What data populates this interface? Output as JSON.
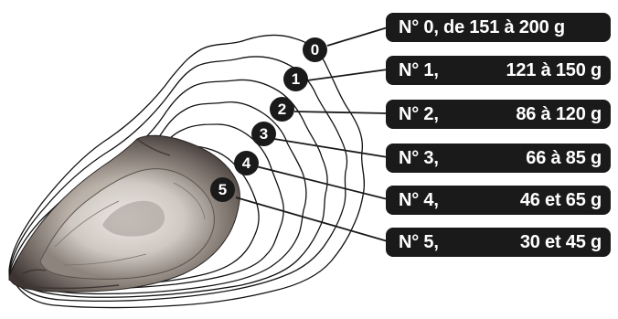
{
  "sizes": [
    {
      "badge": "0",
      "num": "N° 0,",
      "range": "de 151 à 200 g"
    },
    {
      "badge": "1",
      "num": "N° 1,",
      "range": "121 à 150 g"
    },
    {
      "badge": "2",
      "num": "N° 2,",
      "range": "86 à 120 g"
    },
    {
      "badge": "3",
      "num": "N° 3,",
      "range": "66 à 85 g"
    },
    {
      "badge": "4",
      "num": "N° 4,",
      "range": "46 et 65 g"
    },
    {
      "badge": "5",
      "num": "N° 5,",
      "range": "30 et 45 g"
    }
  ],
  "colors": {
    "label_bg": "#1a1a1a",
    "label_text": "#ffffff",
    "outline": "#111111"
  }
}
